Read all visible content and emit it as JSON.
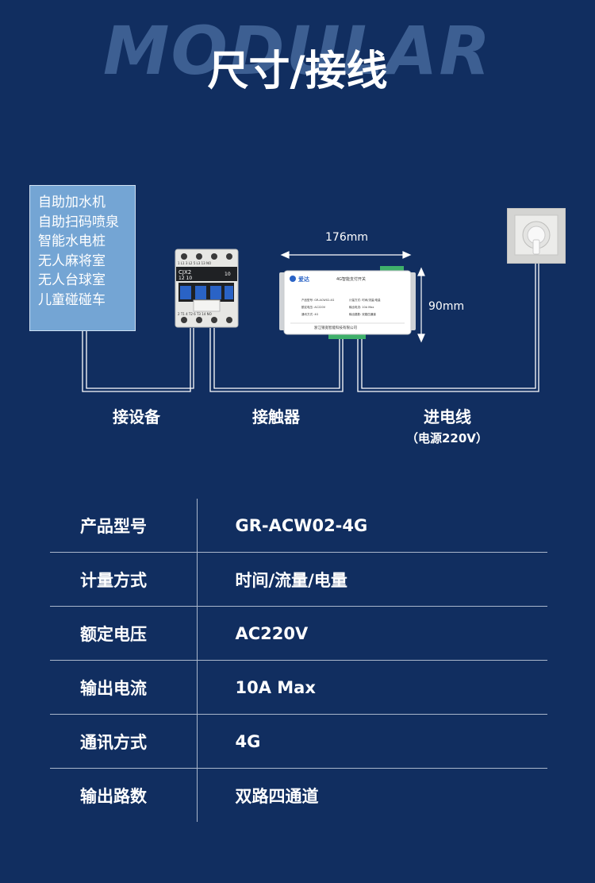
{
  "header": {
    "bg_word": "MODULAR",
    "title": "尺寸/接线"
  },
  "uses": [
    "自助加水机",
    "自助扫码喷泉",
    "智能水电桩",
    "无人麻将室",
    "无人台球室",
    "儿童碰碰车"
  ],
  "labels": {
    "device": "接设备",
    "contactor": "接触器",
    "power": "进电线",
    "power_sub": "（电源220V）"
  },
  "dimensions": {
    "width": "176mm",
    "height": "90mm"
  },
  "contactor": {
    "model": "CJX2",
    "rating": "12 10",
    "number": "10",
    "top_terminals": "1 L1  3 L2  5 L3  13 NO",
    "bottom_terminals": "2 T1  4 T2  6 T3  14 NO"
  },
  "module": {
    "brand": "爱达",
    "name": "4G智能支付开关",
    "specs": [
      "产品型号: GR-ACW02-4G",
      "计量方式: 时间/流量/电量",
      "额定电压: AC220V",
      "输出电流: 10A Max",
      "通讯方式: 4G",
      "输出路数: 双路四通道"
    ],
    "maker": "浙江银宽智能科技有限公司"
  },
  "specs": [
    {
      "key": "产品型号",
      "value": "GR-ACW02-4G"
    },
    {
      "key": "计量方式",
      "value": "时间/流量/电量"
    },
    {
      "key": "额定电压",
      "value": "AC220V"
    },
    {
      "key": "输出电流",
      "value": "10A Max"
    },
    {
      "key": "通讯方式",
      "value": "4G"
    },
    {
      "key": "输出路数",
      "value": "双路四通道"
    }
  ],
  "colors": {
    "background": "#112e60",
    "uses_box": "#74a5d4",
    "module_green": "#3fb06a"
  }
}
